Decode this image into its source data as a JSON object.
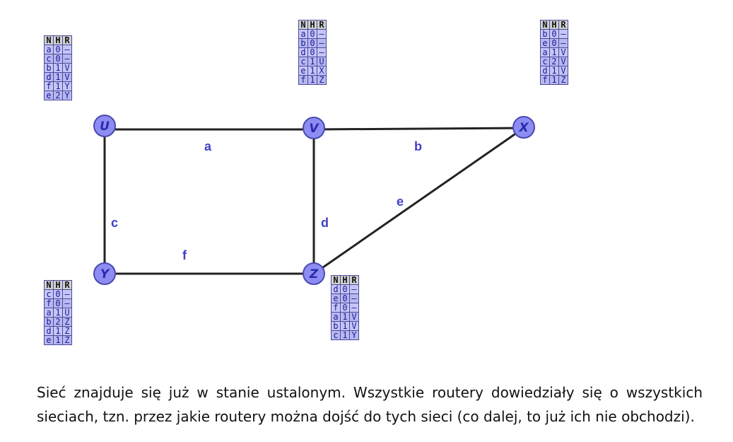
{
  "nodes": {
    "U": {
      "label": "U"
    },
    "V": {
      "label": "V"
    },
    "X": {
      "label": "X"
    },
    "Y": {
      "label": "Y"
    },
    "Z": {
      "label": "Z"
    }
  },
  "edges": {
    "a": {
      "label": "a",
      "from": "U",
      "to": "V"
    },
    "b": {
      "label": "b",
      "from": "V",
      "to": "X"
    },
    "c": {
      "label": "c",
      "from": "U",
      "to": "Y"
    },
    "d": {
      "label": "d",
      "from": "V",
      "to": "Z"
    },
    "e": {
      "label": "e",
      "from": "Z",
      "to": "X"
    },
    "f": {
      "label": "f",
      "from": "Y",
      "to": "Z"
    }
  },
  "table_headers": [
    "N",
    "H",
    "R"
  ],
  "tables": {
    "U": [
      [
        "a",
        "0",
        "–"
      ],
      [
        "c",
        "0",
        "–"
      ],
      [
        "b",
        "1",
        "V"
      ],
      [
        "d",
        "1",
        "V"
      ],
      [
        "f",
        "1",
        "Y"
      ],
      [
        "e",
        "2",
        "Y"
      ]
    ],
    "V": [
      [
        "a",
        "0",
        "–"
      ],
      [
        "b",
        "0",
        "–"
      ],
      [
        "d",
        "0",
        "–"
      ],
      [
        "c",
        "1",
        "U"
      ],
      [
        "e",
        "1",
        "X"
      ],
      [
        "f",
        "1",
        "Z"
      ]
    ],
    "X": [
      [
        "b",
        "0",
        "–"
      ],
      [
        "e",
        "0",
        "–"
      ],
      [
        "a",
        "1",
        "V"
      ],
      [
        "c",
        "2",
        "V"
      ],
      [
        "d",
        "1",
        "V"
      ],
      [
        "f",
        "1",
        "Z"
      ]
    ],
    "Y": [
      [
        "c",
        "0",
        "–"
      ],
      [
        "f",
        "0",
        "–"
      ],
      [
        "a",
        "1",
        "U"
      ],
      [
        "b",
        "2",
        "Z"
      ],
      [
        "d",
        "1",
        "Z"
      ],
      [
        "e",
        "1",
        "Z"
      ]
    ],
    "Z": [
      [
        "d",
        "0",
        "–"
      ],
      [
        "e",
        "0",
        "–"
      ],
      [
        "f",
        "0",
        "–"
      ],
      [
        "a",
        "1",
        "V"
      ],
      [
        "b",
        "1",
        "V"
      ],
      [
        "c",
        "1",
        "Y"
      ]
    ]
  },
  "caption": "Sieć znajduje się już w stanie ustalonym. Wszystkie routery dowiedziały się o wszystkich sieciach, tzn. przez jakie routery można dojść do tych sieci (co dalej, to już ich nie obchodzi).",
  "colors": {
    "node_fill": "#8c8cf2",
    "node_stroke": "#4a4ab0",
    "edge": "#222222",
    "label": "#4040c8"
  }
}
